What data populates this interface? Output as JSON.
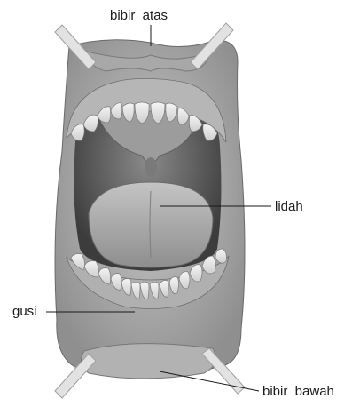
{
  "labels": {
    "upper_lip": "bibir  atas",
    "tongue": "lidah",
    "gums": "gusi",
    "lower_lip": "bibir  bawah"
  }
}
